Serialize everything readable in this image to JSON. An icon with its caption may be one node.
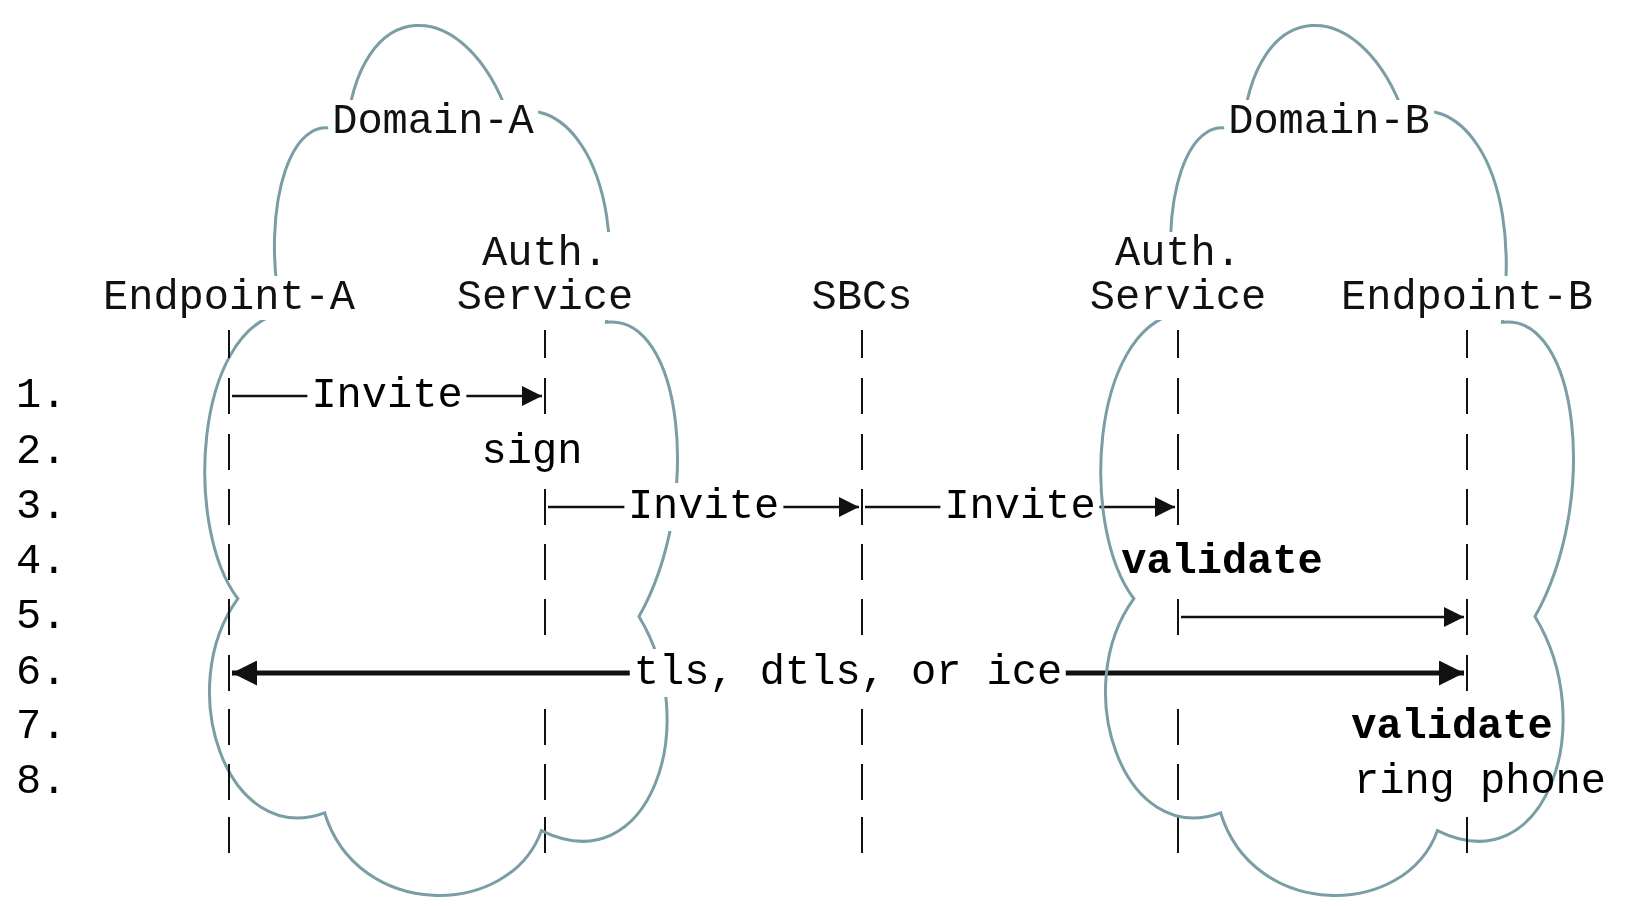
{
  "diagram": {
    "nodes": [
      {
        "text": [
          "Domain-A"
        ]
      },
      {
        "text": [
          "Domain-B"
        ]
      },
      {
        "text": [
          "Endpoint-A"
        ]
      },
      {
        "text": [
          "Auth. Service"
        ],
        "in": 0
      },
      {
        "text": [
          "SBCs"
        ]
      },
      {
        "text": [
          "Auth. Service"
        ],
        "in": 1
      },
      {
        "text": [
          "Endpoint-B"
        ]
      }
    ],
    "edges": [
      {
        "from": 2,
        "to": 3,
        "arrow": "to",
        "label": "Invite"
      },
      {
        "from": 3,
        "to": 4,
        "arrow": "to",
        "label": "Invite"
      },
      {
        "from": 4,
        "to": 5,
        "arrow": "to",
        "label": "Invite"
      },
      {
        "from": 5,
        "to": 6,
        "arrow": "to"
      },
      {
        "from": 2,
        "to": 6,
        "arrow": "both",
        "label": "tls, dtls, or ice",
        "style": "thick"
      }
    ],
    "labels": [
      "1.",
      "2.",
      "sign",
      "3.",
      "4.",
      "validate",
      "5.",
      "6.",
      "7.",
      "validate",
      "8.",
      "ring phone"
    ]
  }
}
